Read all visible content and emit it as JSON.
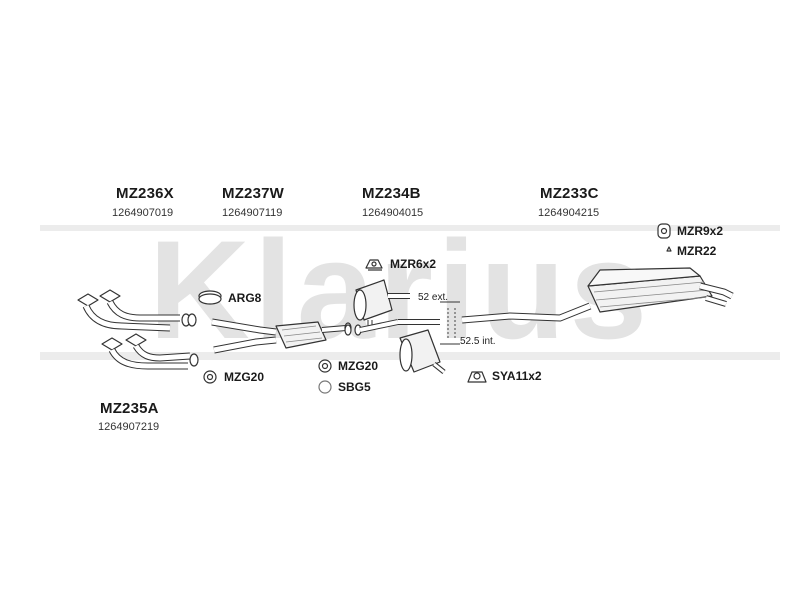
{
  "watermark": "Klarius",
  "parts": [
    {
      "code": "MZ236X",
      "number": "1264907019"
    },
    {
      "code": "MZ237W",
      "number": "1264907119"
    },
    {
      "code": "MZ234B",
      "number": "1264904015"
    },
    {
      "code": "MZ233C",
      "number": "1264904215"
    },
    {
      "code": "MZ235A",
      "number": "1264907219"
    }
  ],
  "accessories": {
    "arg8": "ARG8",
    "mzg20_left": "MZG20",
    "mzg20_mid": "MZG20",
    "sbg5": "SBG5",
    "mzr6x2": "MZR6x2",
    "sya11x2": "SYA11x2",
    "mzr9x2": "MZR9x2",
    "mzr22": "MZR22"
  },
  "dimensions": {
    "ext": "52 ext.",
    "int": "52.5 int."
  },
  "colors": {
    "watermark": "#e3e3e3",
    "line": "#333333",
    "pipe_fill": "#ffffff"
  }
}
